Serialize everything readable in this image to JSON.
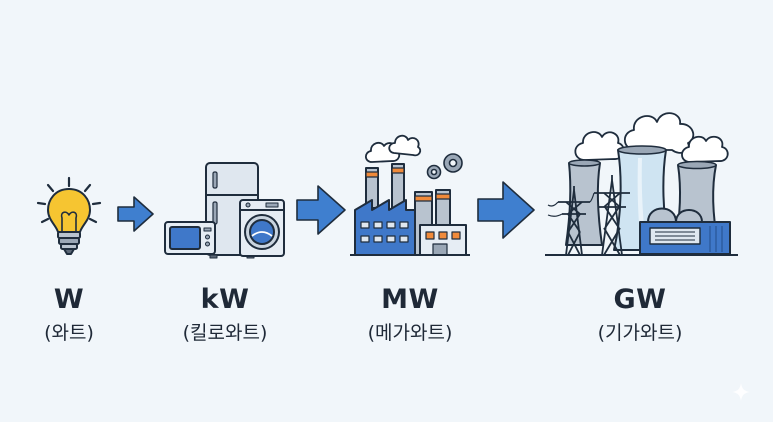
{
  "stages": [
    {
      "id": "watt",
      "unit": "W",
      "name": "(와트)",
      "icon": "light-bulb-icon"
    },
    {
      "id": "kilowatt",
      "unit": "kW",
      "name": "(킬로와트)",
      "icon": "home-appliances-icon"
    },
    {
      "id": "megawatt",
      "unit": "MW",
      "name": "(메가와트)",
      "icon": "factory-icon"
    },
    {
      "id": "gigawatt",
      "unit": "GW",
      "name": "(기가와트)",
      "icon": "power-plant-icon"
    }
  ],
  "arrow_icon": "right-arrow-icon",
  "colors": {
    "background": "#f1f6fa",
    "arrow": "#3f7fcf",
    "bulb": "#f6c531",
    "outline": "#1f2d3d",
    "factory_blue": "#3f78c9",
    "accent_orange": "#f08a3a"
  }
}
